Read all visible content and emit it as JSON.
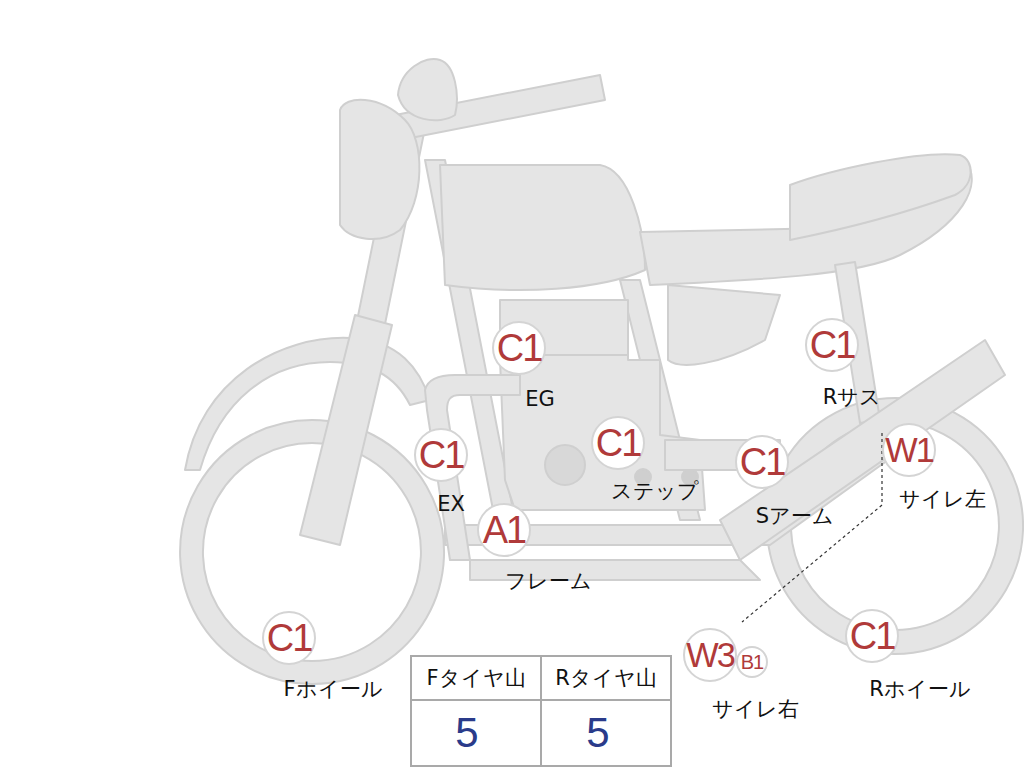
{
  "diagram": {
    "nodes": [
      {
        "text": [
          "C1",
          "EG"
        ]
      },
      {
        "text": [
          "C1",
          "Rサス"
        ]
      },
      {
        "text": [
          "C1",
          "EX"
        ]
      },
      {
        "text": [
          "C1",
          "ステップ"
        ]
      },
      {
        "text": [
          "C1",
          "Sアーム"
        ]
      },
      {
        "text": [
          "W1",
          "サイレ左"
        ]
      },
      {
        "text": [
          "A1",
          "フレーム"
        ]
      },
      {
        "text": [
          "C1",
          "Fホイール"
        ]
      },
      {
        "text": [
          "W3",
          "サイレ右"
        ]
      },
      {
        "text": [
          "B1"
        ]
      },
      {
        "text": [
          "C1",
          "Rホイール"
        ]
      }
    ],
    "labels": [
      "Fタイヤ山",
      "Rタイヤ山",
      "5",
      "5"
    ]
  }
}
